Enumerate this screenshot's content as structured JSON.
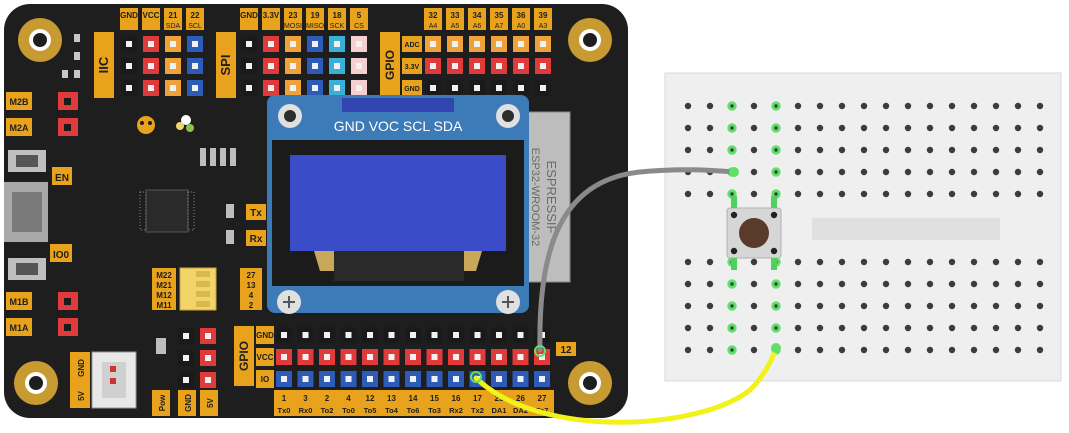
{
  "board": {
    "iic_label": "IIC",
    "spi_label": "SPI",
    "gpio_label": "GPIO",
    "gpio_bottom_label": "GPIO",
    "iic_cols": [
      "GND",
      "VCC",
      "21",
      "22"
    ],
    "iic_sub": [
      "",
      "",
      "SDA",
      "SCL"
    ],
    "spi_cols": [
      "GND",
      "3.3V",
      "23",
      "19",
      "18",
      "5"
    ],
    "spi_sub": [
      "",
      "",
      "MOSI",
      "MISO",
      "SCK",
      "CS"
    ],
    "adc_cols": [
      "32",
      "33",
      "34",
      "35",
      "36",
      "39"
    ],
    "adc_sub": [
      "A4",
      "A5",
      "A6",
      "A7",
      "A0",
      "A3"
    ],
    "adc_rows": [
      "ADC",
      "3.3V",
      "GND"
    ],
    "oled_pins": "GND VOC SCL SDA",
    "module_text_1": "ESPRESSIF",
    "module_text_2": "ESP32-WROOM-32",
    "en_label": "EN",
    "io0_label": "IO0",
    "tx_label": "Tx",
    "rx_label": "Rx",
    "motor_labels": [
      "M2B",
      "M2A",
      "M1B",
      "M1A"
    ],
    "dip_labels": [
      "M22",
      "M21",
      "M12",
      "M11"
    ],
    "dip_values": [
      "27",
      "13",
      "4",
      "2"
    ],
    "gpio_rows": [
      "GND",
      "VCC",
      "IO"
    ],
    "gpio_numbers": [
      "1",
      "3",
      "2",
      "4",
      "12",
      "13",
      "14",
      "15",
      "16",
      "17",
      "25",
      "26",
      "27"
    ],
    "gpio_names": [
      "Tx0",
      "Rx0",
      "To2",
      "To0",
      "To5",
      "To4",
      "To6",
      "To3",
      "Rx2",
      "Tx2",
      "DA1",
      "DA2",
      "To7"
    ],
    "pin12_label": "12",
    "power_labels": [
      "GND",
      "5V"
    ],
    "bottom_labels": [
      "Pow",
      "GND",
      "5V"
    ]
  },
  "colors": {
    "board": "#1e1e1e",
    "yellow_label": "#e8a21c",
    "oled_blue": "#3d7ab8",
    "screen": "#3b4cc8",
    "breadboard": "#efefef",
    "wire_gray": "#8a8a8a",
    "wire_yellow": "#f2f21a",
    "highlight_green": "#5ee06a"
  }
}
